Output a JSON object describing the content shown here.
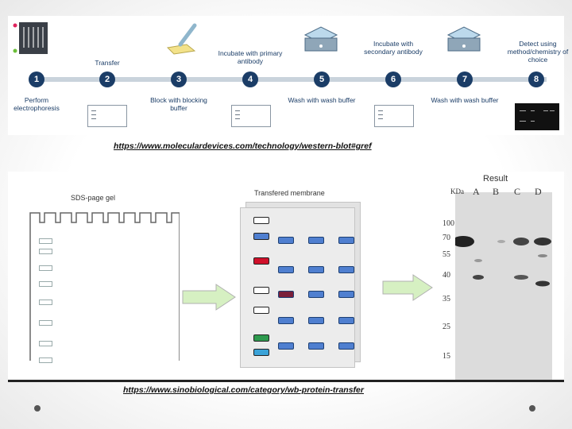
{
  "workflow": {
    "steps": [
      {
        "num": "1",
        "top": "",
        "bottom": "Perform electrophoresis"
      },
      {
        "num": "2",
        "top": "Transfer",
        "bottom": ""
      },
      {
        "num": "3",
        "top": "",
        "bottom": "Block with blocking buffer"
      },
      {
        "num": "4",
        "top": "Incubate with primary antibody",
        "bottom": ""
      },
      {
        "num": "5",
        "top": "",
        "bottom": "Wash with wash buffer"
      },
      {
        "num": "6",
        "top": "Incubate with secondary antibody",
        "bottom": ""
      },
      {
        "num": "7",
        "top": "",
        "bottom": "Wash with wash buffer"
      },
      {
        "num": "8",
        "top": "Detect using method/chemistry of choice",
        "bottom": ""
      }
    ]
  },
  "url1": "https://www.moleculardevices.com/technology/western-blot#gref",
  "blot": {
    "gel_title": "SDS-page gel",
    "membrane_title": "Transfered membrane"
  },
  "result": {
    "title": "Result",
    "kda": "KDa",
    "lanes": [
      "A",
      "B",
      "C",
      "D"
    ],
    "markers": [
      "100",
      "70",
      "55",
      "40",
      "35",
      "25",
      "15"
    ]
  },
  "url2": "https://www.sinobiological.com/category/wb-protein-transfer",
  "colors": {
    "step_circle": "#1b3d67",
    "arrow_fill": "#d6f0c2",
    "band_blue": "#4f7fd0"
  }
}
